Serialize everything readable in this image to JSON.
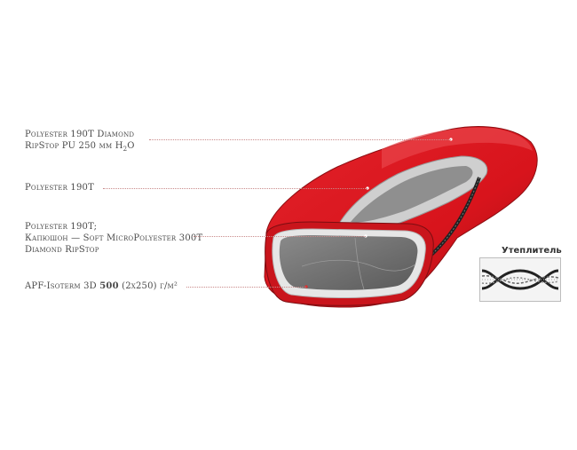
{
  "labels": {
    "shell": {
      "line1": "Polyester 190T Diamond",
      "line2_pre": "RipStop PU 250 мм H",
      "line2_sub": "2",
      "line2_post": "O"
    },
    "lining": "Polyester 190T",
    "hood": {
      "line1": "Polyester 190T;",
      "line2": "Капюшон — Soft MicroPolyester 300T",
      "line3": "Diamond RipStop"
    },
    "insulation": {
      "pre": "APF-Isoterm 3D ",
      "bold": "500",
      "post": " (2x250) г/м²"
    }
  },
  "inset": {
    "title": "Утеплитель"
  },
  "colors": {
    "shell_red": "#d8141c",
    "lining_grey": "#6b6b6b",
    "label_text": "#4a4a4a",
    "leader_line": "#c98a8a"
  }
}
